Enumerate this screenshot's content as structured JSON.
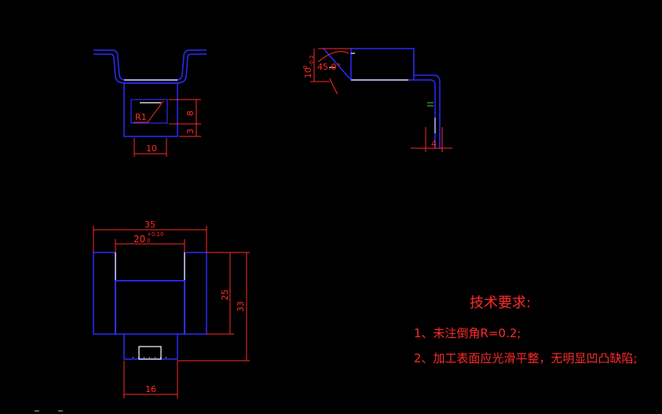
{
  "colors": {
    "background": "#000000",
    "outline": "#2b2bff",
    "dimension": "#ff2a2a",
    "highlight": "#ffffff",
    "center_mark": "#3fd13f"
  },
  "front_view": {
    "radius_label": "R1",
    "dim_width": "10",
    "dim_height_upper": "8",
    "dim_height_lower": "3"
  },
  "side_view": {
    "dim_height": "10",
    "tol_upper": "0",
    "tol_lower": "-0.2",
    "angle_label": "45.0°",
    "dim_thickness": "4"
  },
  "top_view": {
    "dim_overall_width": "35",
    "dim_inner_width": "20",
    "tol_inner_upper": "+0.10",
    "tol_inner_lower": "0",
    "dim_height_inner": "25",
    "dim_height_overall": "33",
    "dim_tab_width": "16"
  },
  "notes": {
    "title": "技术要求:",
    "items": [
      "1、未注倒角R=0.2;",
      "2、加工表面应光滑平整，无明显凹凸缺陷;"
    ]
  }
}
